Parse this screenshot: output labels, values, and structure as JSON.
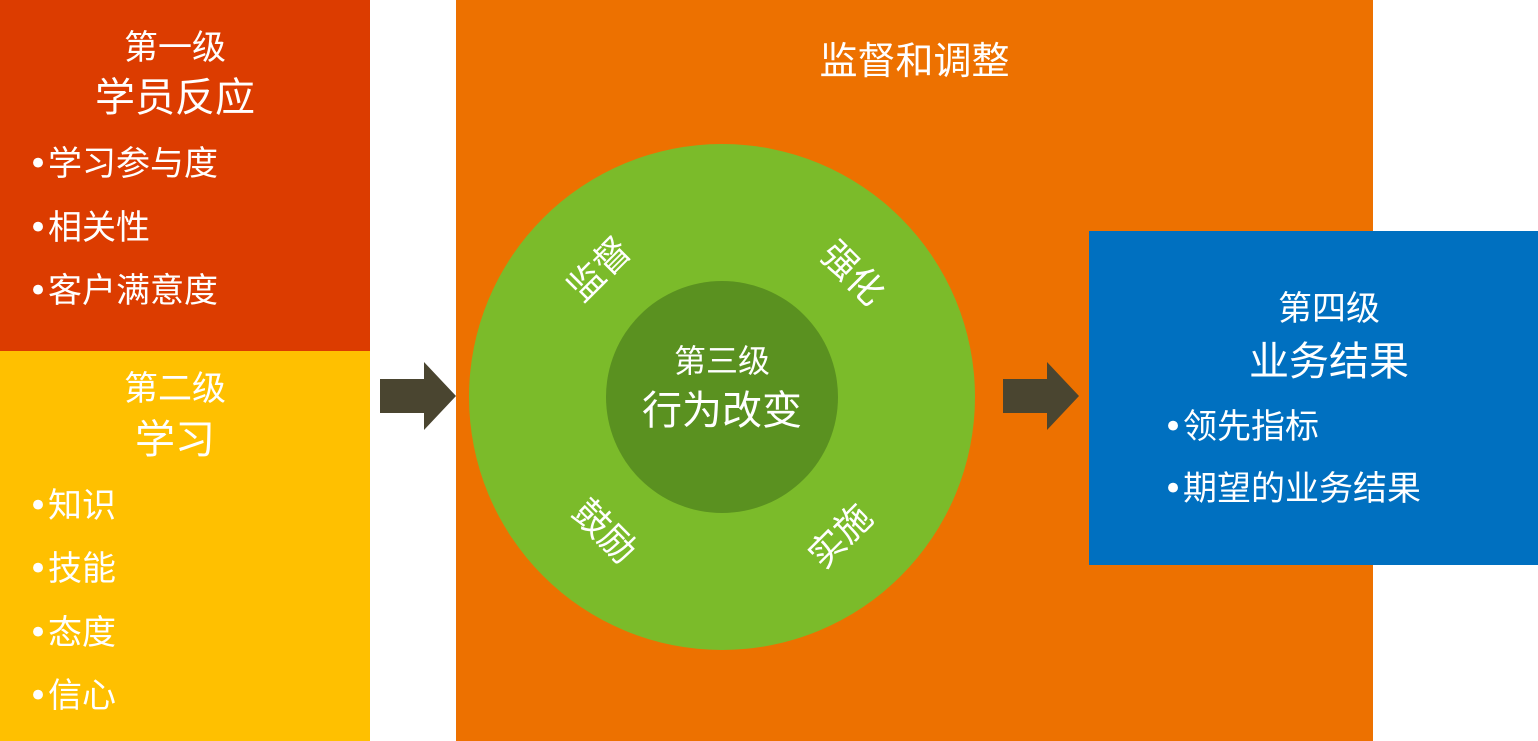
{
  "level1": {
    "title": "第一级",
    "subtitle": "学员反应",
    "bullets": [
      "•学习参与度",
      "•相关性",
      "•客户满意度"
    ]
  },
  "level2": {
    "title": "第二级",
    "subtitle": "学习",
    "bullets": [
      "•知识",
      "•技能",
      "•态度",
      "•信心"
    ]
  },
  "center": {
    "title": "监督和调整",
    "inner_title": "第三级",
    "inner_subtitle": "行为改变",
    "ring_labels": {
      "top_left": "监督",
      "top_right": "强化",
      "bottom_left": "鼓励",
      "bottom_right": "实施"
    }
  },
  "level4": {
    "title": "第四级",
    "subtitle": "业务结果",
    "bullets": [
      "•领先指标",
      "•期望的业务结果"
    ]
  },
  "colors": {
    "level1_bg": "#dc3c00",
    "level2_bg": "#ffc000",
    "center_bg": "#ed7100",
    "outer_circle": "#7bbb2a",
    "inner_circle": "#5a9120",
    "level4_bg": "#0070c0",
    "arrow": "#4a4530"
  }
}
